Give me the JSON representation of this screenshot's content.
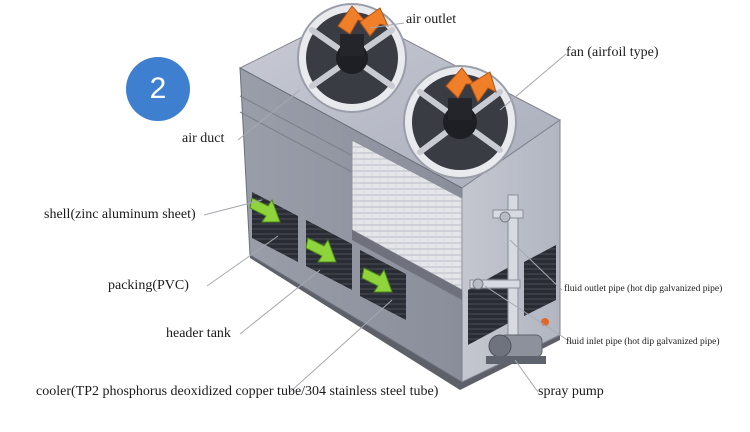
{
  "badge_number": "2",
  "labels": {
    "air_outlet": "air outlet",
    "fan": "fan (airfoil type)",
    "air_duct": "air duct",
    "shell": "shell(zinc aluminum sheet)",
    "packing": "packing(PVC)",
    "header_tank": "header tank",
    "cooler": "cooler(TP2 phosphorus deoxidized copper tube/304 stainless steel tube)",
    "fluid_outlet_pipe": "fluid outlet pipe (hot dip galvanized pipe)",
    "fluid_inlet_pipe": "fluid inlet pipe (hot dip galvanized pipe)",
    "spray_pump": "spray pump"
  },
  "colors": {
    "badge": "#3f7fd0",
    "arrow_orange": "#f07f2a",
    "arrow_green": "#8fd43a"
  }
}
